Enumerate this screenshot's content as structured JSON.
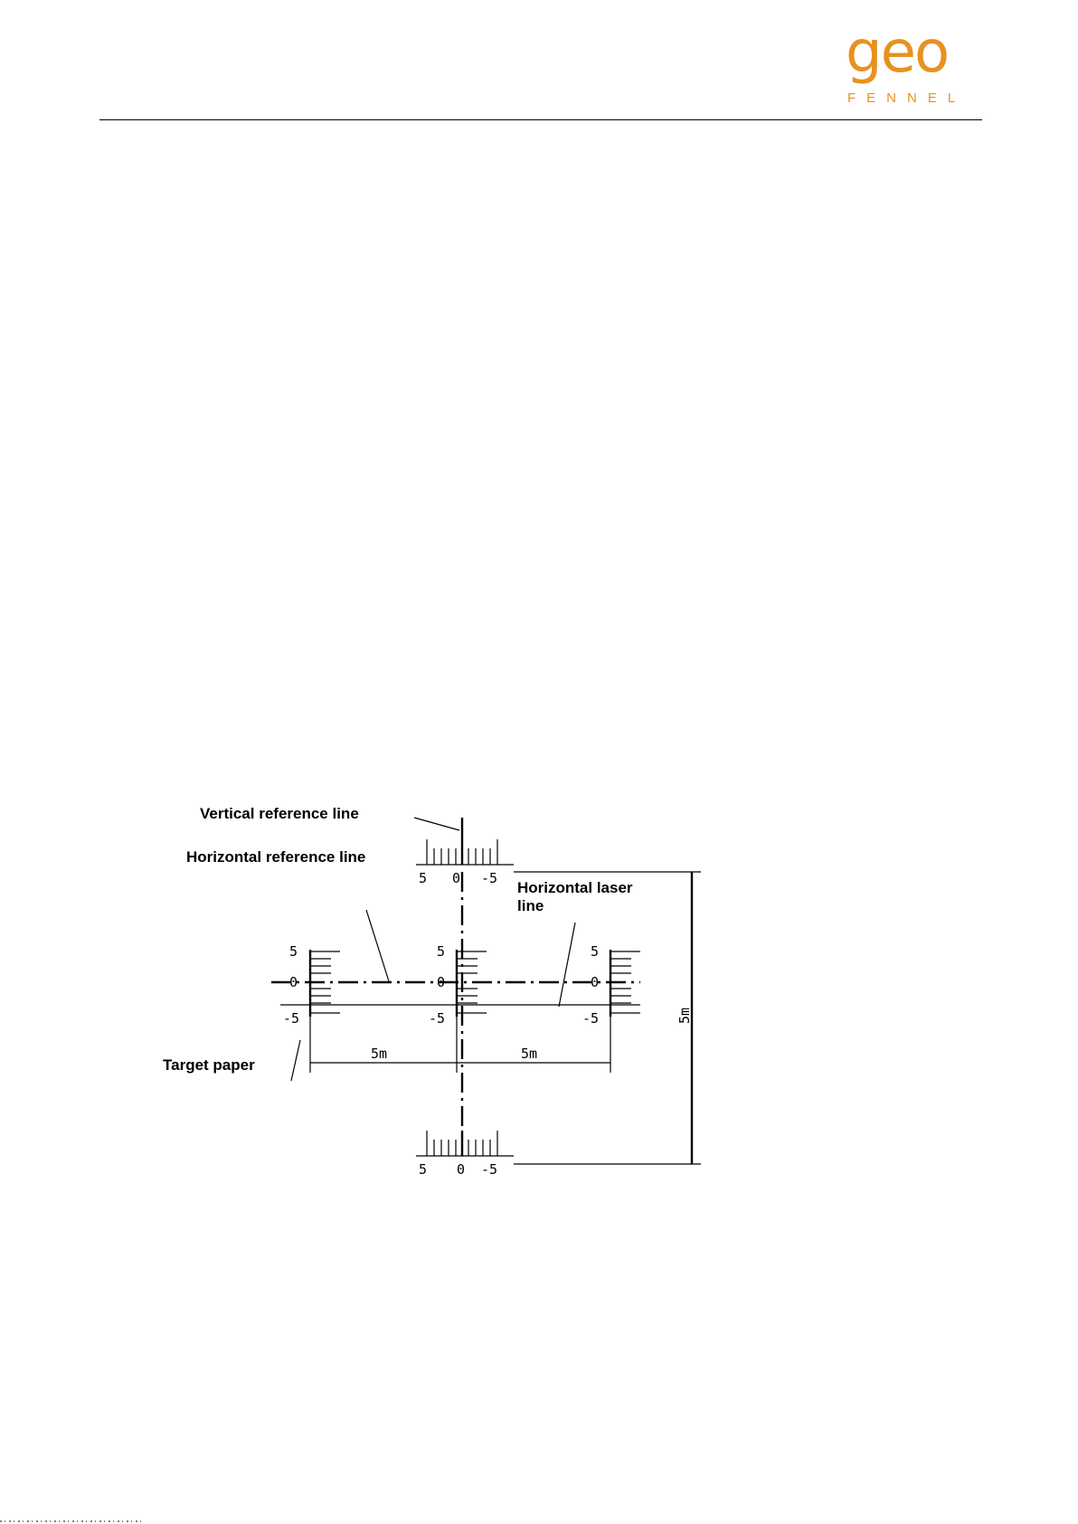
{
  "header": {
    "logo_word": "geo",
    "logo_sub": "FENNEL",
    "logo_color": "#e8911f"
  },
  "diagram": {
    "labels": {
      "vertical_reference_line": "Vertical reference line",
      "horizontal_reference_line": "Horizontal reference line",
      "horizontal_laser_line_1": "Horizontal laser",
      "horizontal_laser_line_2": "line",
      "target_paper": "Target paper"
    },
    "scales": {
      "plus_five": "5",
      "zero": "0",
      "minus_five": "-5"
    },
    "dimensions": {
      "left_span": "5m",
      "right_span": "5m",
      "vertical_span": "5m"
    }
  },
  "colors": {
    "accent": "#e8911f",
    "ink": "#000000"
  }
}
